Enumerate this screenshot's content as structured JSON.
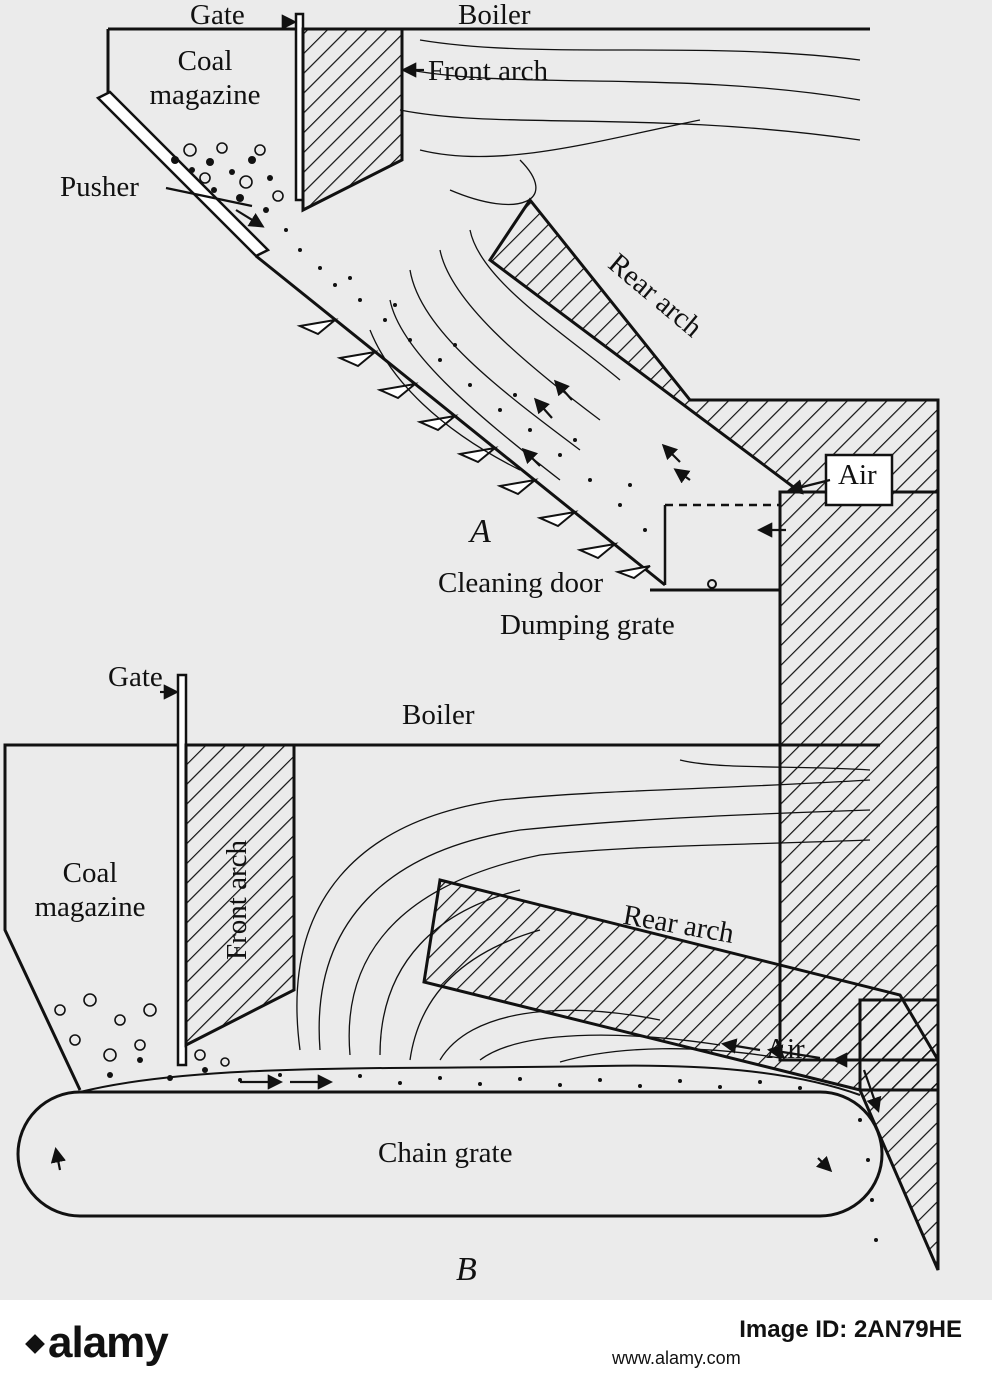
{
  "figure_a": {
    "labels": {
      "gate": "Gate",
      "boiler": "Boiler",
      "coal_magazine_1": "Coal",
      "coal_magazine_2": "magazine",
      "front_arch": "Front arch",
      "pusher": "Pusher",
      "rear_arch": "Rear arch",
      "air": "Air",
      "letter": "A",
      "cleaning_door": "Cleaning door",
      "dumping_grate": "Dumping grate"
    }
  },
  "figure_b": {
    "labels": {
      "gate": "Gate",
      "boiler": "Boiler",
      "coal_magazine_1": "Coal",
      "coal_magazine_2": "magazine",
      "front_arch": "Front arch",
      "rear_arch": "Rear arch",
      "air": "Air",
      "chain_grate": "Chain grate",
      "letter": "B"
    }
  },
  "watermark": {
    "logo": "alamy",
    "image_id_label": "Image ID: 2AN79HE",
    "site": "www.alamy.com"
  },
  "colors": {
    "paper": "#ebebeb",
    "ink": "#111111"
  }
}
